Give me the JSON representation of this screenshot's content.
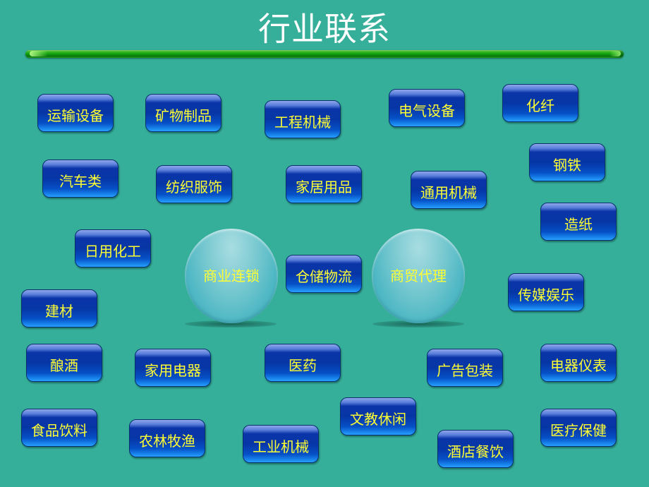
{
  "title": "行业联系",
  "colors": {
    "background": "#36af9a",
    "title_text": "#ffffff",
    "node_text": "#ffff33",
    "node_fill": "#0636a6",
    "hub_fill": "#7ecbd2",
    "title_bar": "#0f9a0f"
  },
  "hubs": [
    {
      "label": "商业连锁"
    },
    {
      "label": "商贸代理"
    }
  ],
  "nodes": [
    {
      "label": "运输设备"
    },
    {
      "label": "矿物制品"
    },
    {
      "label": "工程机械"
    },
    {
      "label": "电气设备"
    },
    {
      "label": "化纤"
    },
    {
      "label": "汽车类"
    },
    {
      "label": "纺织服饰"
    },
    {
      "label": "家居用品"
    },
    {
      "label": "通用机械"
    },
    {
      "label": "钢铁"
    },
    {
      "label": "造纸"
    },
    {
      "label": "日用化工"
    },
    {
      "label": "仓储物流"
    },
    {
      "label": "传媒娱乐"
    },
    {
      "label": "建材"
    },
    {
      "label": "酿酒"
    },
    {
      "label": "家用电器"
    },
    {
      "label": "医药"
    },
    {
      "label": "广告包装"
    },
    {
      "label": "电器仪表"
    },
    {
      "label": "食品饮料"
    },
    {
      "label": "农林牧渔"
    },
    {
      "label": "工业机械"
    },
    {
      "label": "文教休闲"
    },
    {
      "label": "酒店餐饮"
    },
    {
      "label": "医疗保健"
    }
  ]
}
